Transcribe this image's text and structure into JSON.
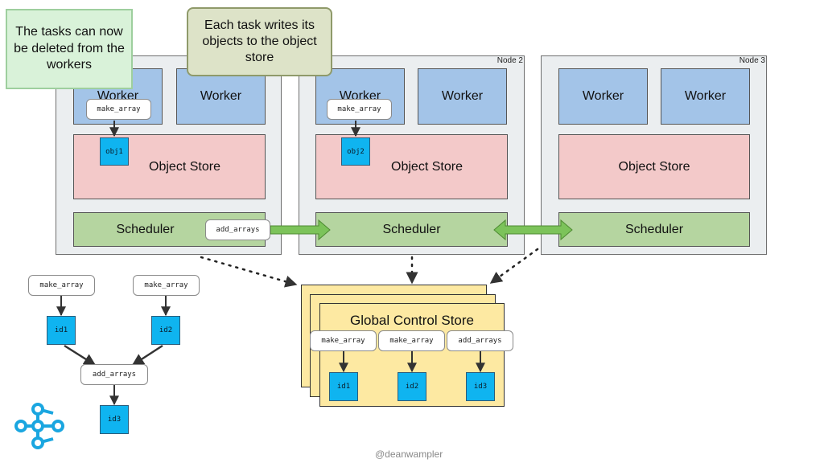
{
  "nodes": [
    {
      "label": "",
      "workers": [
        "Worker",
        "Worker"
      ],
      "store": "Object Store",
      "scheduler": "Scheduler"
    },
    {
      "label": "Node 2",
      "workers": [
        "Worker",
        "Worker"
      ],
      "store": "Object Store",
      "scheduler": "Scheduler"
    },
    {
      "label": "Node 3",
      "workers": [
        "Worker",
        "Worker"
      ],
      "store": "Object Store",
      "scheduler": "Scheduler"
    }
  ],
  "tasks": {
    "node1_task": "make_array",
    "node2_task": "make_array",
    "node1_obj": "obj1",
    "node2_obj": "obj2",
    "scheduler_task": "add_arrays"
  },
  "callouts": {
    "deleted": "The tasks can now be deleted from the workers",
    "writes": "Each task writes its objects to the object store"
  },
  "gcs": {
    "title": "Global Control Store",
    "tasks": [
      "make_array",
      "make_array",
      "add_arrays"
    ],
    "ids": [
      "id1",
      "id2",
      "id3"
    ]
  },
  "dag": {
    "task_a": "make_array",
    "task_b": "make_array",
    "id_a": "id1",
    "id_b": "id2",
    "combine": "add_arrays",
    "result": "id3"
  },
  "footer": "@deanwampler",
  "colors": {
    "worker": "#a3c4e8",
    "object_store": "#f3c9c9",
    "scheduler": "#b5d5a0",
    "object_id": "#0fb4f0",
    "gcs": "#fde9a2",
    "arrow_green": "#7cc35a",
    "logo": "#1aa6e0"
  },
  "icons": {
    "logo": "ray-logo-icon"
  }
}
